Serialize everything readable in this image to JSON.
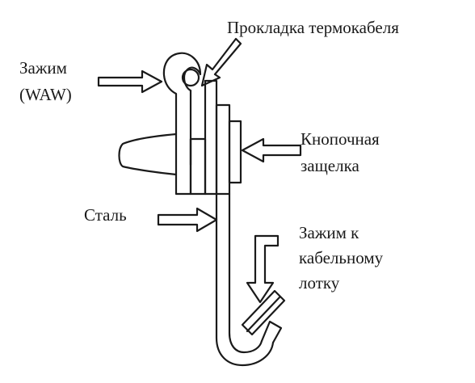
{
  "labels": {
    "cable_routing": "Прокладка термокабеля",
    "clamp_waw_line1": "Зажим",
    "clamp_waw_line2": "(WAW)",
    "button_latch_line1": "Кнопочная",
    "button_latch_line2": "защелка",
    "steel": "Сталь",
    "tray_clamp_line1": "Зажим к",
    "tray_clamp_line2": "кабельному",
    "tray_clamp_line3": "лотку"
  },
  "colors": {
    "stroke": "#1a1a1a",
    "background": "#ffffff"
  }
}
